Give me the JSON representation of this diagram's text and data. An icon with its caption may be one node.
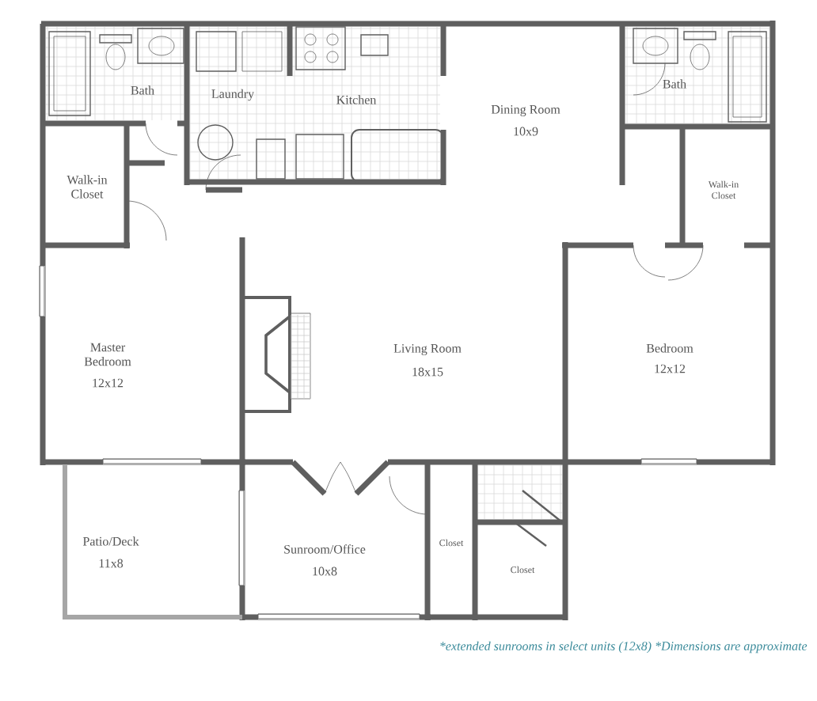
{
  "diagram": {
    "caption": "*extended sunrooms in select units (12x8) *Dimensions are approximate",
    "labels": [
      "Bath",
      "Laundry",
      "Kitchen",
      "Dining Room",
      "10x9",
      "Bath",
      "Walk-in Closet",
      "Walk-in Closet",
      "Master Bedroom",
      "12x12",
      "Living Room",
      "18x15",
      "Bedroom",
      "12x12",
      "Patio/Deck",
      "11x8",
      "Sunroom/Office",
      "10x8",
      "Closet",
      "Closet"
    ]
  }
}
